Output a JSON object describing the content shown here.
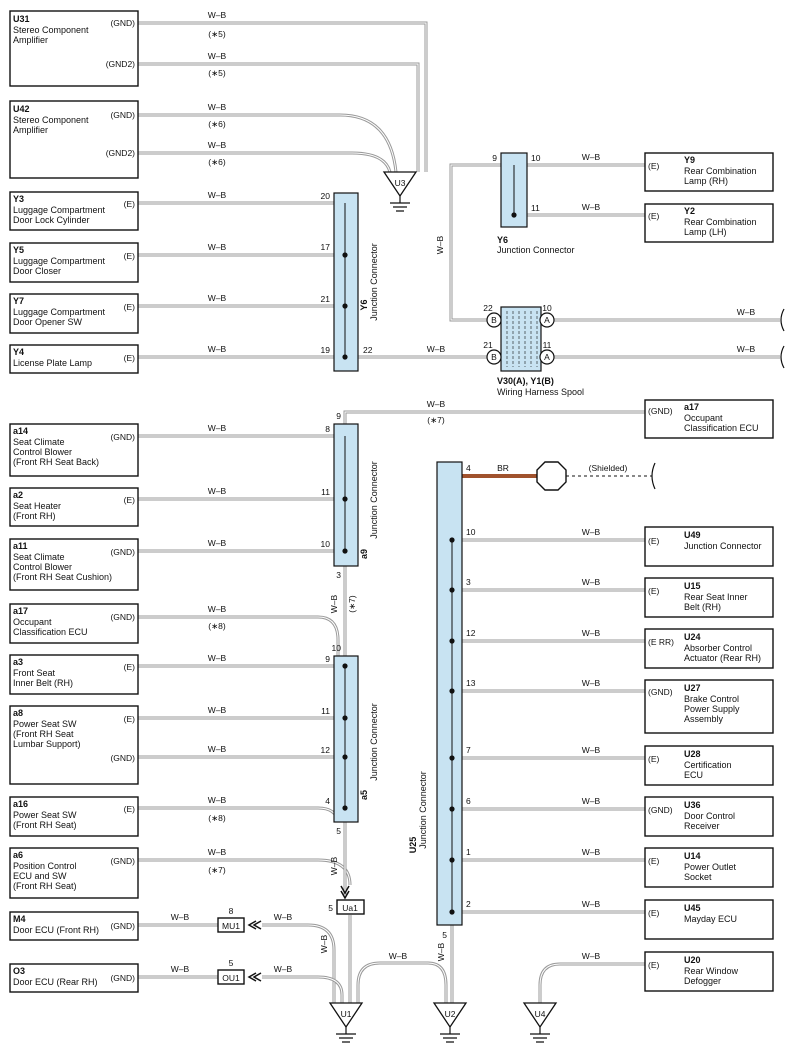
{
  "colors": {
    "wire": "#9a9a9a",
    "junction_fill": "#c8e3f2",
    "br_wire": "#a0522d"
  },
  "components": {
    "U31": {
      "code": "U31",
      "name": [
        "Stereo Component",
        "Amplifier"
      ],
      "p1": "(GND)",
      "p2": "(GND2)"
    },
    "U42": {
      "code": "U42",
      "name": [
        "Stereo Component",
        "Amplifier"
      ],
      "p1": "(GND)",
      "p2": "(GND2)"
    },
    "Y3": {
      "code": "Y3",
      "name": [
        "Luggage Compartment",
        "Door Lock Cylinder"
      ],
      "p1": "(E)"
    },
    "Y5": {
      "code": "Y5",
      "name": [
        "Luggage Compartment",
        "Door Closer"
      ],
      "p1": "(E)"
    },
    "Y7": {
      "code": "Y7",
      "name": [
        "Luggage Compartment",
        "Door Opener SW"
      ],
      "p1": "(E)"
    },
    "Y4": {
      "code": "Y4",
      "name": [
        "License Plate Lamp"
      ],
      "p1": "(E)"
    },
    "a14": {
      "code": "a14",
      "name": [
        "Seat Climate",
        "Control Blower",
        "(Front RH Seat Back)"
      ],
      "p1": "(GND)"
    },
    "a2": {
      "code": "a2",
      "name": [
        "Seat Heater",
        "(Front RH)"
      ],
      "p1": "(E)"
    },
    "a11": {
      "code": "a11",
      "name": [
        "Seat Climate",
        "Control Blower",
        "(Front RH Seat Cushion)"
      ],
      "p1": "(GND)"
    },
    "a17L": {
      "code": "a17",
      "name": [
        "Occupant",
        "Classification ECU"
      ],
      "p1": "(GND)"
    },
    "a3": {
      "code": "a3",
      "name": [
        "Front Seat",
        "Inner Belt (RH)"
      ],
      "p1": "(E)"
    },
    "a8": {
      "code": "a8",
      "name": [
        "Power Seat SW",
        "(Front RH Seat",
        "Lumbar Support)"
      ],
      "p1": "(E)",
      "p2": "(GND)"
    },
    "a16": {
      "code": "a16",
      "name": [
        "Power Seat SW",
        "(Front RH Seat)"
      ],
      "p1": "(E)"
    },
    "a6": {
      "code": "a6",
      "name": [
        "Position Control",
        "ECU and SW",
        "(Front RH Seat)"
      ],
      "p1": "(GND)"
    },
    "M4": {
      "code": "M4",
      "name": [
        "Door ECU (Front RH)"
      ],
      "p1": "(GND)"
    },
    "O3": {
      "code": "O3",
      "name": [
        "Door ECU (Rear RH)"
      ],
      "p1": "(GND)"
    },
    "Y9": {
      "code": "Y9",
      "name": [
        "Rear Combination",
        "Lamp (RH)"
      ],
      "p1": "(E)"
    },
    "Y2": {
      "code": "Y2",
      "name": [
        "Rear Combination",
        "Lamp (LH)"
      ],
      "p1": "(E)"
    },
    "a17R": {
      "code": "a17",
      "name": [
        "Occupant",
        "Classification ECU"
      ],
      "p1": "(GND)"
    },
    "U49": {
      "code": "U49",
      "name": [
        "Junction Connector"
      ],
      "p1": "(E)"
    },
    "U15": {
      "code": "U15",
      "name": [
        "Rear Seat Inner",
        "Belt (RH)"
      ],
      "p1": "(E)"
    },
    "U24": {
      "code": "U24",
      "name": [
        "Absorber Control",
        "Actuator (Rear RH)"
      ],
      "p1": "(E RR)"
    },
    "U27": {
      "code": "U27",
      "name": [
        "Brake Control",
        "Power Supply",
        "Assembly"
      ],
      "p1": "(GND)"
    },
    "U28": {
      "code": "U28",
      "name": [
        "Certification",
        "ECU"
      ],
      "p1": "(E)"
    },
    "U36": {
      "code": "U36",
      "name": [
        "Door Control",
        "Receiver"
      ],
      "p1": "(GND)"
    },
    "U14": {
      "code": "U14",
      "name": [
        "Power Outlet",
        "Socket"
      ],
      "p1": "(E)"
    },
    "U45": {
      "code": "U45",
      "name": [
        "Mayday ECU"
      ],
      "p1": "(E)"
    },
    "U20": {
      "code": "U20",
      "name": [
        "Rear Window",
        "Defogger"
      ],
      "p1": "(E)"
    }
  },
  "labels": {
    "wb": "W–B",
    "br": "BR",
    "s5": "(∗5)",
    "s6": "(∗6)",
    "s7": "(∗7)",
    "s8": "(∗8)",
    "shielded": "(Shielded)",
    "jc_text": "Junction Connector",
    "y6_code": "Y6",
    "a9_code": "a9",
    "a5_code": "a5",
    "u25_code": "U25",
    "spool_code": "V30(A), Y1(B)",
    "spool_name": "Wiring Harness Spool",
    "pin_a": "A",
    "pin_b": "B"
  },
  "grounds": {
    "U3": "U3",
    "U1": "U1",
    "U2": "U2",
    "U4": "U4"
  },
  "inline": {
    "Ua1": "Ua1",
    "MU1": "MU1",
    "OU1": "OU1"
  },
  "pins": {
    "y6r": [
      "20",
      "17",
      "21",
      "19",
      "22"
    ],
    "y6t": [
      "9",
      "10",
      "11"
    ],
    "spool": [
      "22",
      "10",
      "21",
      "11"
    ],
    "a9": [
      "9",
      "8",
      "11",
      "10",
      "3"
    ],
    "a5": [
      "10",
      "9",
      "11",
      "12",
      "4",
      "5"
    ],
    "ua1": "5",
    "mu1": "8",
    "ou1": "5",
    "u25": [
      "4",
      "10",
      "3",
      "12",
      "13",
      "7",
      "6",
      "1",
      "2",
      "5"
    ]
  }
}
